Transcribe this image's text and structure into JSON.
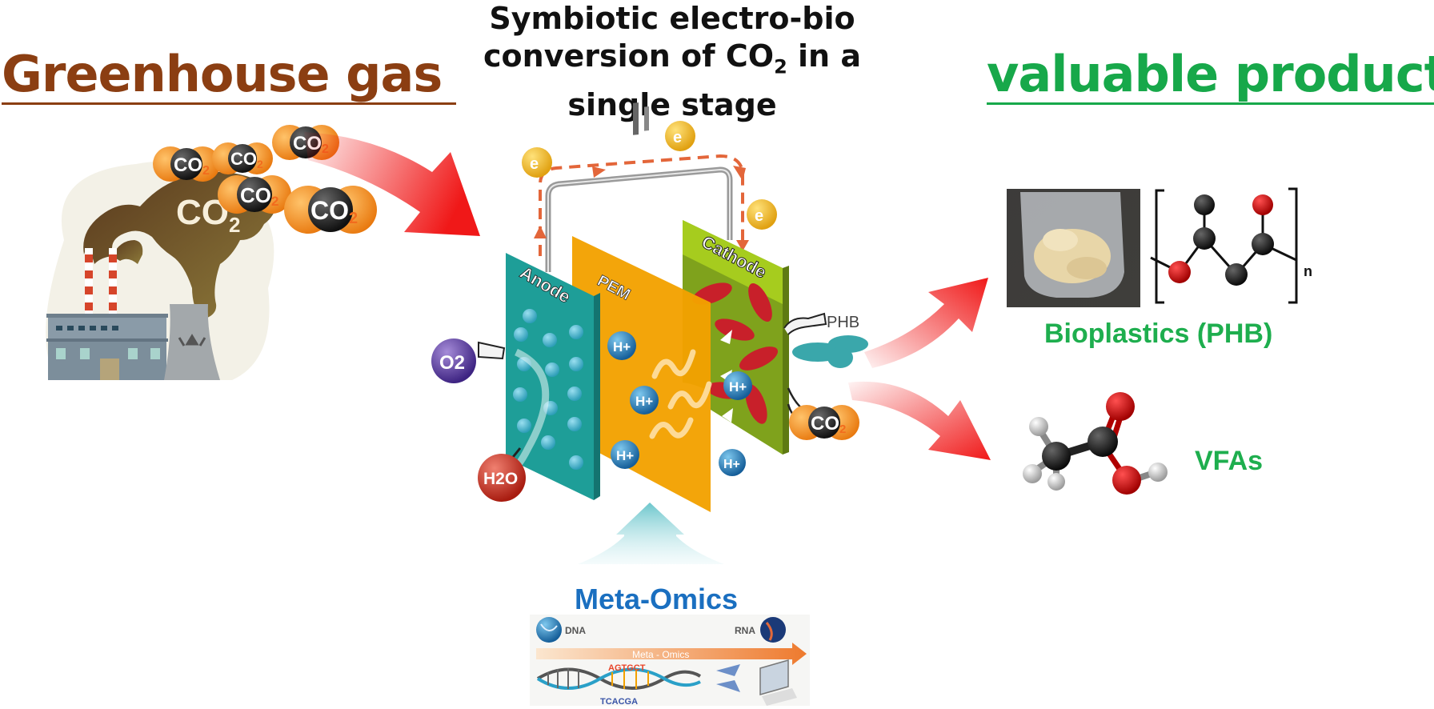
{
  "headers": {
    "left": "Greenhouse gas",
    "center_line1": "Symbiotic electro-bio",
    "center_line2_pre": "conversion of CO",
    "center_line2_sub": "2",
    "center_line2_post": " in a",
    "center_line3": "single stage",
    "right": "valuable products"
  },
  "source": {
    "cloud_label": "CO",
    "cloud_label_sub": "2",
    "molecules": [
      "CO2",
      "CO2",
      "CO2",
      "CO2",
      "CO2"
    ]
  },
  "cell": {
    "anode_label": "Anode",
    "pem_label": "PEM",
    "cathode_label": "Cathode",
    "electron_label": "e",
    "proton_label": "H+",
    "oxygen_label": "O2",
    "water_label": "H2O",
    "phb_label": "PHB",
    "co2_label": "CO2"
  },
  "products": {
    "bioplastics_label": "Bioplastics (PHB)",
    "polymer_repeat": "n",
    "vfas_label": "VFAs"
  },
  "omics": {
    "title": "Meta-Omics",
    "dna_label": "DNA",
    "rna_label": "RNA",
    "arrow_label": "Meta - Omics",
    "seq_top": "AGTGCT",
    "seq_bottom": "TCACGA"
  },
  "colors": {
    "greenhouse": "#8B3E12",
    "products": "#17A84A",
    "anode": "#1E9E98",
    "pem": "#F2A100",
    "cathode": "#9CC318",
    "arrow": "#F01818",
    "omics": "#1A6FC0"
  }
}
